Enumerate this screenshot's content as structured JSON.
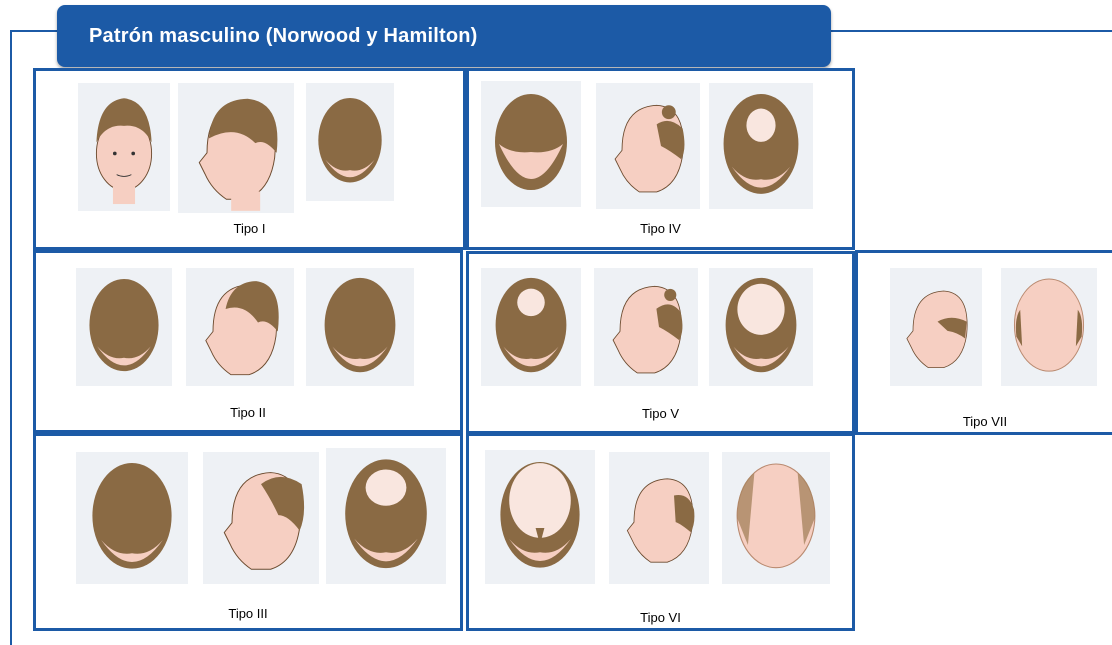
{
  "title": "Patrón masculino (Norwood y Hamilton)",
  "colors": {
    "frame": "#1c5aa6",
    "hair": "#8a6a44",
    "skin": "#f6cfc2",
    "thumb_bg": "#eef1f5"
  },
  "panels": [
    {
      "label": "Tipo I",
      "views": [
        "front",
        "side",
        "top"
      ]
    },
    {
      "label": "Tipo IV",
      "views": [
        "top",
        "side",
        "top"
      ]
    },
    {
      "label": "Tipo II",
      "views": [
        "top",
        "side",
        "top"
      ]
    },
    {
      "label": "Tipo V",
      "views": [
        "top",
        "side",
        "top"
      ]
    },
    {
      "label": "Tipo VII",
      "views": [
        "side",
        "top"
      ]
    },
    {
      "label": "Tipo III",
      "views": [
        "top",
        "side",
        "top"
      ]
    },
    {
      "label": "Tipo VI",
      "views": [
        "top",
        "side",
        "top"
      ]
    }
  ]
}
